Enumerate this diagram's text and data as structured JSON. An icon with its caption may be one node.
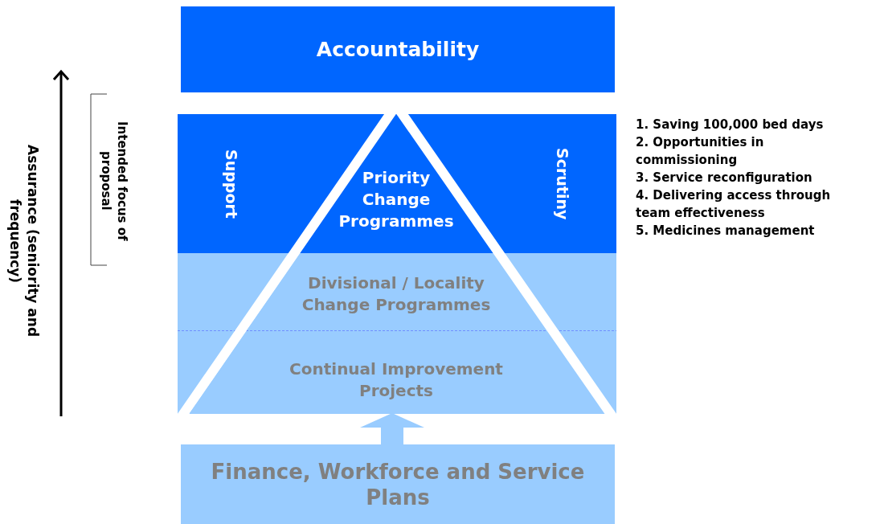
{
  "diagram": {
    "nodes": [
      {
        "text": [
          "Accountability"
        ]
      },
      {
        "text": [
          "Support"
        ]
      },
      {
        "text": [
          "Scrutiny"
        ]
      },
      {
        "text": [
          "Priority Change Programmes"
        ]
      },
      {
        "text": [
          "Divisional / Locality Change Programmes"
        ]
      },
      {
        "text": [
          "Continual Improvement Projects"
        ]
      },
      {
        "text": [
          "Finance, Workforce and Service Plans"
        ]
      }
    ],
    "edges": [
      {
        "from": 6,
        "to": 5,
        "arrow": "to",
        "style": "thick"
      }
    ],
    "labels": [
      "Assurance (seniority and frequency)",
      "Intended focus of proposal",
      "1. Saving 100,000 bed days",
      "2. Opportunities in commissioning",
      "3. Service reconfiguration",
      "4. Delivering access through team effectiveness",
      "5. Medicines management"
    ]
  }
}
